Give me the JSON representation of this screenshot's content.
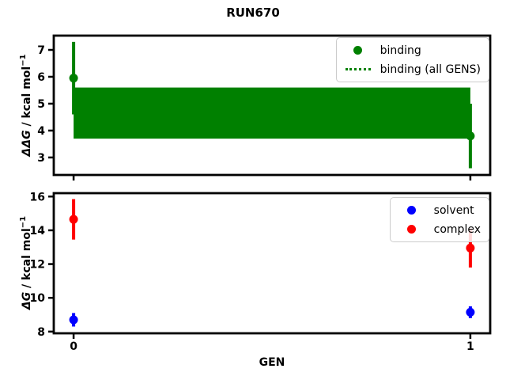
{
  "chart_data": [
    {
      "type": "scatter",
      "title": "RUN670",
      "xlabel": "",
      "ylabel_math": "ΔΔG",
      "ylabel_rest": " / kcal mol",
      "ylabel_sup": "−1",
      "xlim": [
        -0.05,
        1.05
      ],
      "ylim": [
        2.35,
        7.53
      ],
      "yticks": [
        3,
        4,
        5,
        6,
        7
      ],
      "xticks": [
        0,
        1
      ],
      "xtick_labels": [
        "",
        ""
      ],
      "grid": false,
      "series": [
        {
          "name": "binding",
          "color": "#008000",
          "marker": "o",
          "x": [
            0,
            1
          ],
          "y": [
            5.95,
            3.8
          ],
          "yerr": [
            1.35,
            1.2
          ]
        }
      ],
      "band": {
        "label": "binding (all GENS)",
        "color": "#008000",
        "x": [
          0,
          1
        ],
        "y_low": 3.7,
        "y_high": 5.6,
        "line_style": "dotted"
      },
      "legend": {
        "position": "upper right",
        "entries": [
          {
            "label": "binding",
            "glyph": "dot",
            "color": "#008000"
          },
          {
            "label": "binding (all GENS)",
            "glyph": "dotted-line",
            "color": "#008000"
          }
        ]
      }
    },
    {
      "type": "scatter",
      "title": "",
      "xlabel": "GEN",
      "ylabel_math": "ΔG",
      "ylabel_rest": " / kcal mol",
      "ylabel_sup": "−1",
      "xlim": [
        -0.05,
        1.05
      ],
      "ylim": [
        7.9,
        16.2
      ],
      "yticks": [
        8,
        10,
        12,
        14,
        16
      ],
      "xticks": [
        0,
        1
      ],
      "xtick_labels": [
        "0",
        "1"
      ],
      "grid": false,
      "series": [
        {
          "name": "solvent",
          "color": "#0000ff",
          "marker": "o",
          "x": [
            0,
            1
          ],
          "y": [
            8.7,
            9.15
          ],
          "yerr": [
            0.4,
            0.35
          ]
        },
        {
          "name": "complex",
          "color": "#ff0000",
          "marker": "o",
          "x": [
            0,
            1
          ],
          "y": [
            14.65,
            12.95
          ],
          "yerr": [
            1.2,
            1.15
          ]
        }
      ],
      "legend": {
        "position": "upper right",
        "entries": [
          {
            "label": "solvent",
            "glyph": "dot",
            "color": "#0000ff"
          },
          {
            "label": "complex",
            "glyph": "dot",
            "color": "#ff0000"
          }
        ]
      }
    }
  ],
  "style": {
    "spine_color": "#000000",
    "background": "#ffffff"
  }
}
